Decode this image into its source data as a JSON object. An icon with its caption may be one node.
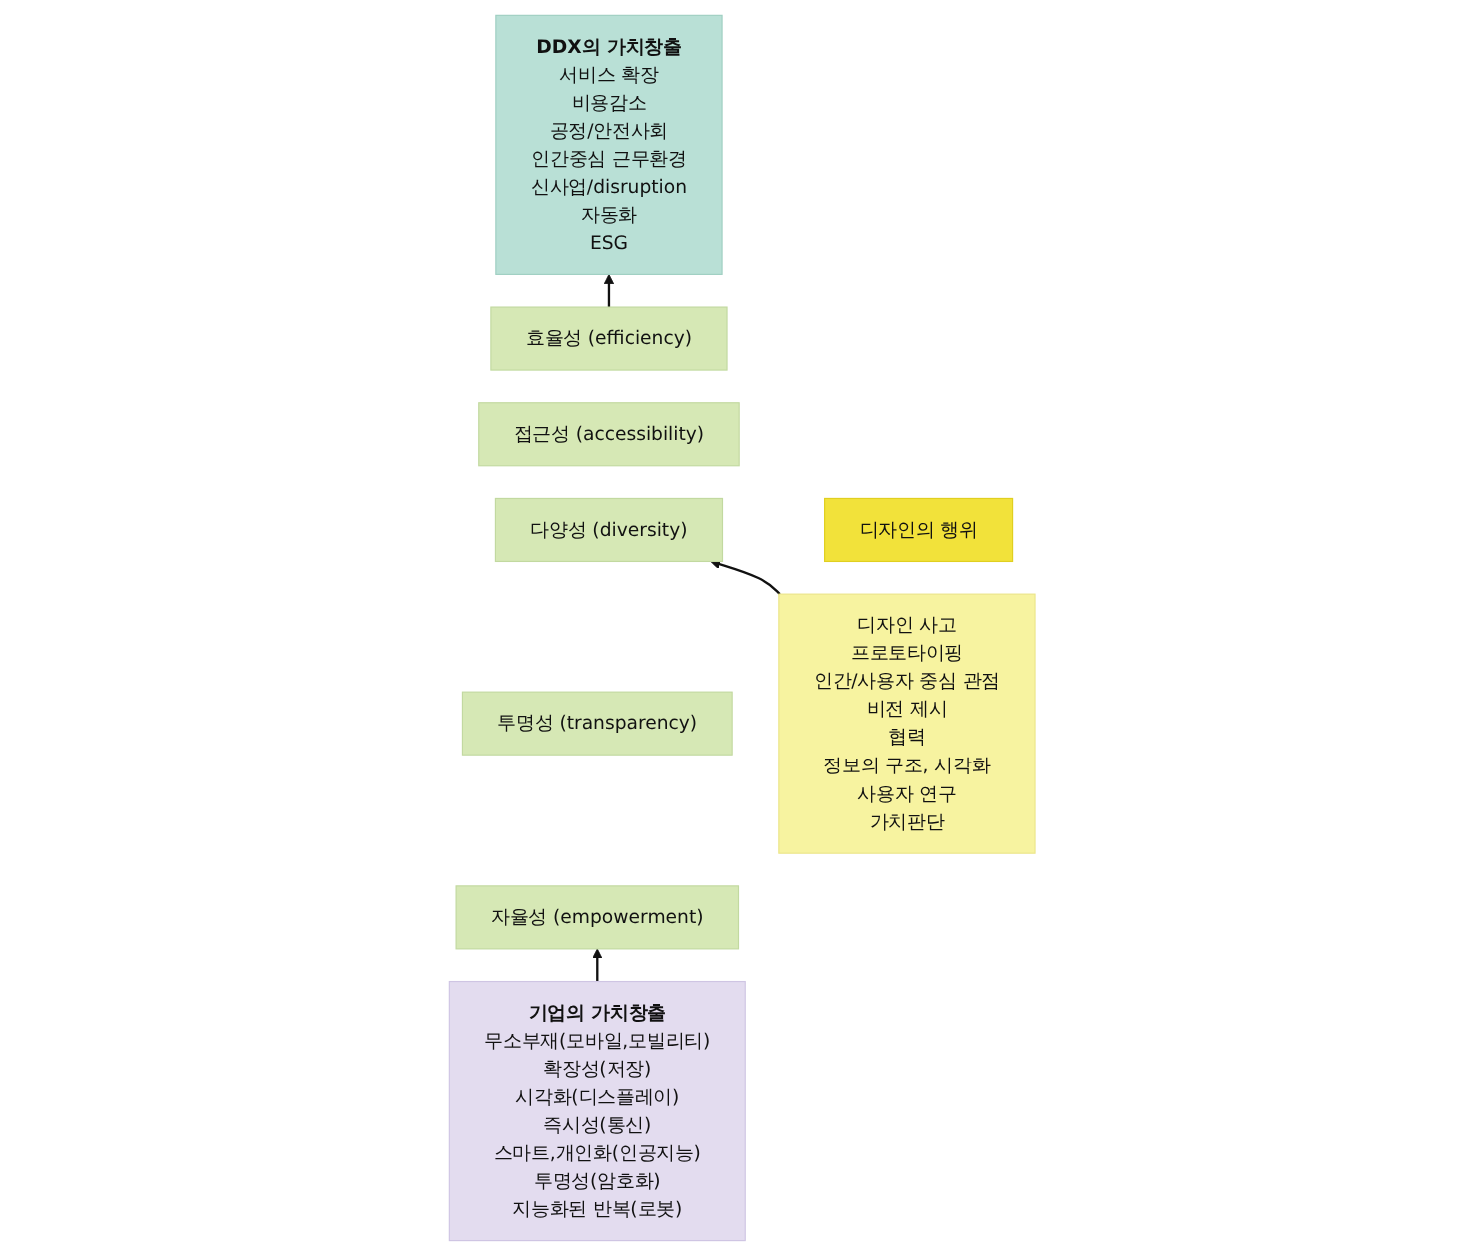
{
  "diagram": {
    "nodes": [
      {
        "text": [
          "DDX의 가치창출",
          "서비스 확장",
          "비용감소",
          "공정/안전사회",
          "인간중심 근무환경",
          "신사업/disruption",
          "자동화",
          "ESG"
        ]
      },
      {
        "text": [
          "효율성 (efficiency)"
        ]
      },
      {
        "text": [
          "접근성 (accessibility)"
        ]
      },
      {
        "text": [
          "다양성 (diversity)"
        ]
      },
      {
        "text": [
          "투명성 (transparency)"
        ]
      },
      {
        "text": [
          "자율성 (empowerment)"
        ]
      },
      {
        "text": [
          "디자인의 행위"
        ]
      },
      {
        "text": [
          "디자인 사고",
          "프로토타이핑",
          "인간/사용자 중심 관점",
          "비전 제시",
          "협력",
          "정보의 구조, 시각화",
          "사용자 연구",
          "가치판단"
        ]
      },
      {
        "text": [
          "기업의 가치창출",
          "무소부재(모바일,모빌리티)",
          "확장성(저장)",
          "시각화(디스플레이)",
          "즉시성(통신)",
          "스마트,개인화(인공지능)",
          "투명성(암호화)",
          "지능화된 반복(로봇)"
        ]
      }
    ],
    "edges": [
      {
        "from": 8,
        "to": 5,
        "arrow": "to"
      },
      {
        "from": 1,
        "to": 0,
        "arrow": "to"
      },
      {
        "from": 7,
        "to": 3,
        "arrow": "to"
      }
    ]
  }
}
